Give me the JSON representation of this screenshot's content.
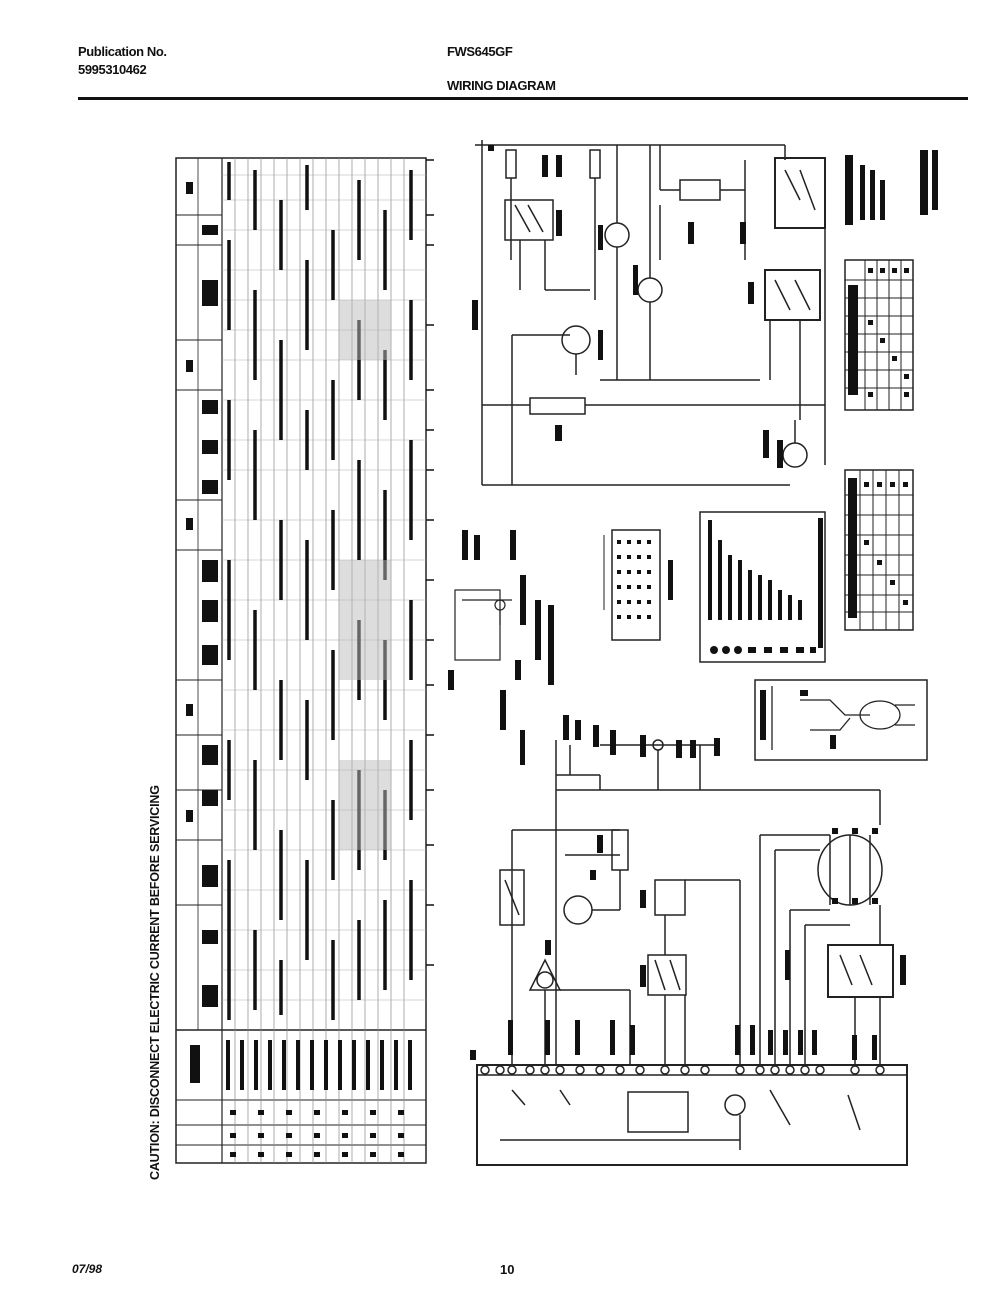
{
  "header": {
    "publication_label": "Publication No.",
    "publication_number": "5995310462",
    "model": "FWS645GF",
    "title": "WIRING DIAGRAM"
  },
  "caution": "CAUTION: DISCONNECT ELECTRIC CURRENT BEFORE SERVICING",
  "footer": {
    "date": "07/98",
    "page": "10"
  }
}
